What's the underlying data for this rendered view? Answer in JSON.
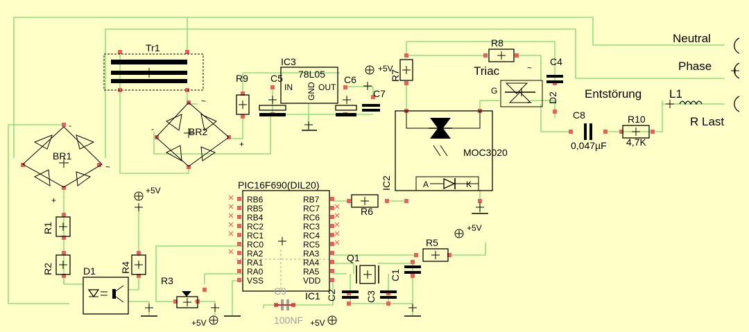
{
  "labels": {
    "tr1": "Tr1",
    "br1": "BR1",
    "br2": "BR2",
    "ic3": "IC3",
    "reg": "78L05",
    "reg_in": "IN",
    "reg_gnd": "GND",
    "reg_out": "OUT",
    "r9": "R9",
    "c5": "C5",
    "c6": "C6",
    "c7": "C7",
    "plus5v": "+5V",
    "r7": "R7",
    "r8": "R8",
    "triac": "Triac",
    "c4": "C4",
    "d2": "D2",
    "g": "G",
    "moc": "MOC3020",
    "ic2": "IC2",
    "a": "A",
    "k": "K",
    "neutral": "Neutral",
    "phase": "Phase",
    "entst": "Entstörung",
    "l1": "L1",
    "rlast": "R Last",
    "c8": "C8",
    "c8val": "0,047µF",
    "r10": "R10",
    "r10val": "4,7K",
    "pic": "PIC16F690(DIL20)",
    "ic1": "IC1",
    "r6": "R6",
    "r5": "R5",
    "q1": "Q1",
    "c1": "C1",
    "c2": "C2",
    "c3": "C3",
    "c9": "C9",
    "c9val": "100NF",
    "r1": "R1",
    "r2": "R2",
    "r3": "R3",
    "r4": "R4",
    "d1": "D1",
    "minus": "-",
    "plus": "+",
    "tilde": "~"
  },
  "pic_pins_left": [
    "RB6",
    "RB5",
    "RB4",
    "RC2",
    "RC1",
    "RC0",
    "RA2",
    "RA1",
    "RA0",
    "VSS"
  ],
  "pic_pins_right": [
    "RB7",
    "RC7",
    "RC6",
    "RC3",
    "RC4",
    "RC5",
    "RA3",
    "RA4",
    "RA5",
    "VDD"
  ]
}
